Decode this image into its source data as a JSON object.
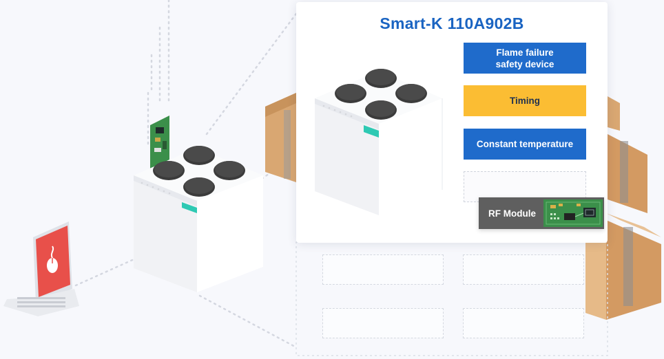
{
  "panel": {
    "title": "Smart-K 110A902B",
    "features": [
      {
        "label_line1": "Flame failure",
        "label_line2": "safety device",
        "color": "#1f6bcb"
      },
      {
        "label_line1": "Timing",
        "label_line2": "",
        "color": "#fbbd33"
      },
      {
        "label_line1": "Constant temperature",
        "label_line2": "",
        "color": "#1f6bcb"
      }
    ],
    "rf_module": {
      "label": "RF Module"
    }
  },
  "colors": {
    "brand_blue": "#1a64c2",
    "accent_yellow": "#fbbd33",
    "teal_indicator": "#2ec9b3",
    "laptop_screen": "#e8504a",
    "pcb_green": "#3b8f4a",
    "cardboard": "#d9a772"
  },
  "icons": [
    "laptop-icon",
    "stove-icon",
    "pcb-board-icon",
    "cardboard-box-icon",
    "mouse-icon"
  ]
}
